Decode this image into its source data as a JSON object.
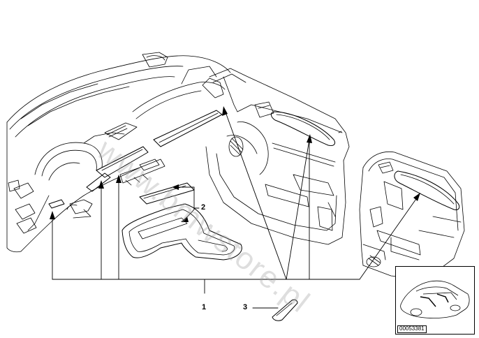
{
  "diagram": {
    "callouts": [
      {
        "id": "1",
        "label": "1"
      },
      {
        "id": "2",
        "label": "2"
      },
      {
        "id": "3",
        "label": "3"
      }
    ],
    "watermark_text": "www.bmwstore.pl",
    "part_number": "00053381"
  },
  "colors": {
    "line": "#000000",
    "background": "#ffffff",
    "watermark": "#a0a0a0"
  }
}
